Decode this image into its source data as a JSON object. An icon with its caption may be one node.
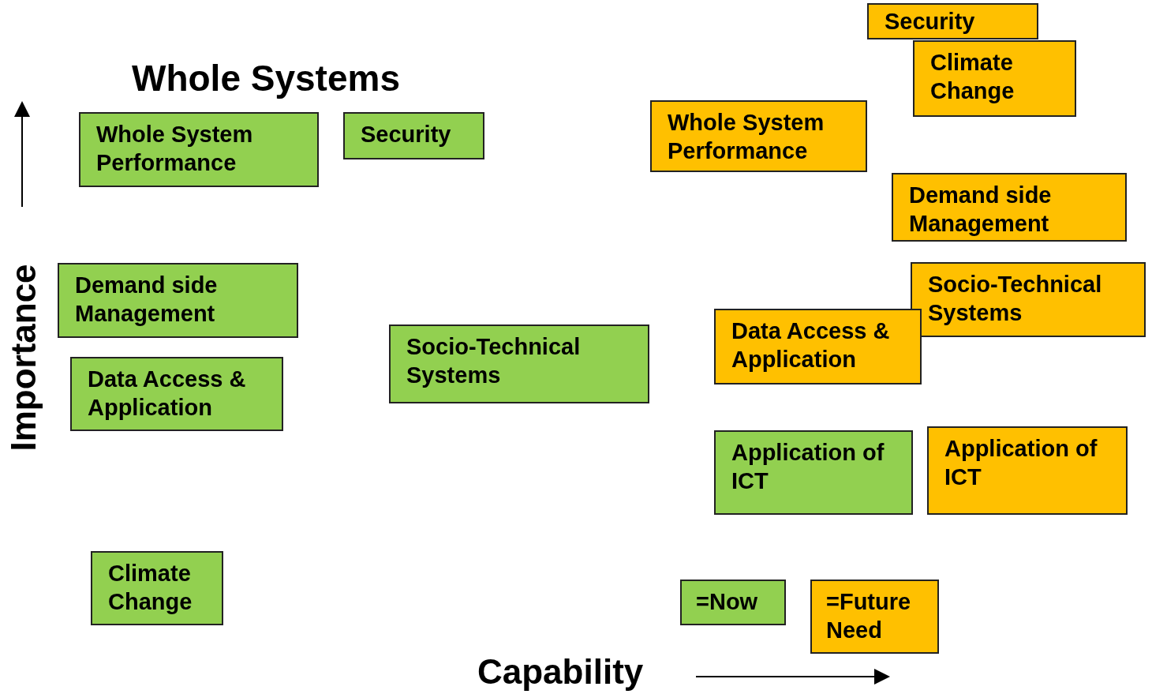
{
  "diagram": {
    "title": "Whole Systems",
    "nodes": [
      {
        "text": [
          "Security"
        ]
      },
      {
        "text": [
          "Climate Change"
        ]
      },
      {
        "text": [
          "Whole System Performance"
        ]
      },
      {
        "text": [
          "Security"
        ]
      },
      {
        "text": [
          "Whole System Performance"
        ]
      },
      {
        "text": [
          "Demand side Management"
        ]
      },
      {
        "text": [
          "Socio-Technical Systems"
        ]
      },
      {
        "text": [
          "Demand side Management"
        ]
      },
      {
        "text": [
          "Data Access & Application"
        ]
      },
      {
        "text": [
          "Socio-Technical Systems"
        ]
      },
      {
        "text": [
          "Data Access & Application"
        ]
      },
      {
        "text": [
          "Application of ICT"
        ]
      },
      {
        "text": [
          "Application of ICT"
        ]
      },
      {
        "text": [
          "Climate Change"
        ]
      }
    ],
    "labels": [
      "Importance",
      "Capability"
    ],
    "legend": [
      {
        "text": "=Now",
        "color": "#92d050"
      },
      {
        "text": "=Future Need",
        "color": "#ffc000"
      }
    ]
  }
}
